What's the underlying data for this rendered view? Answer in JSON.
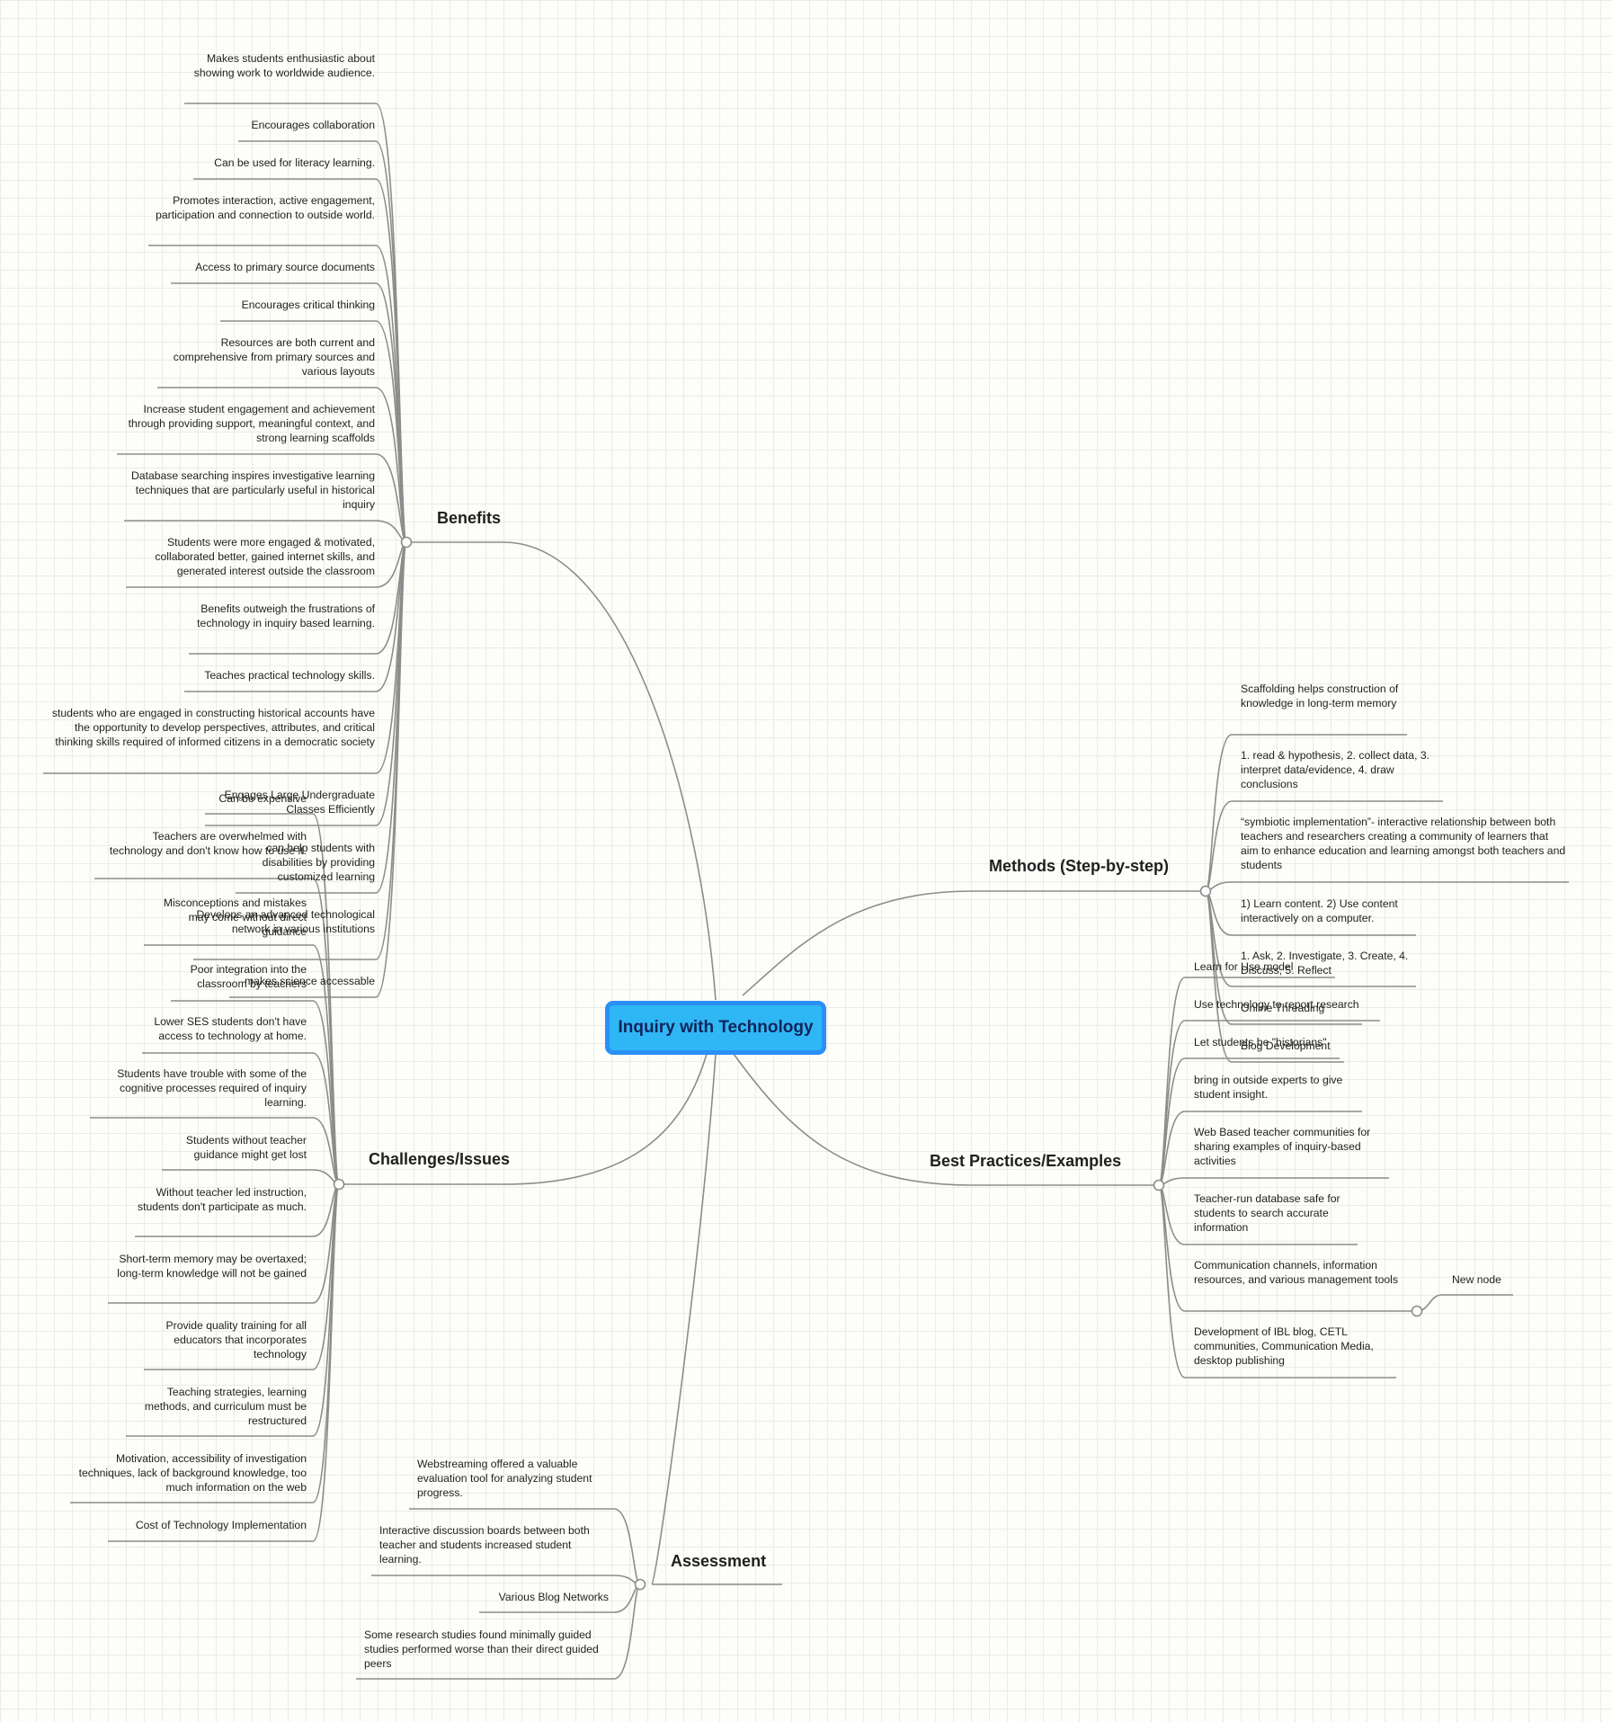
{
  "mindmap": {
    "root": "Inquiry with Technology",
    "branches": {
      "benefits": {
        "label": "Benefits",
        "items": [
          "Makes students enthusiastic about showing work to worldwide audience.",
          "Encourages collaboration",
          "Can be used for literacy learning.",
          "Promotes interaction, active engagement, participation and connection to outside world.",
          "Access to primary source documents",
          "Encourages critical thinking",
          "Resources are both current and comprehensive from primary sources and various layouts",
          "Increase student engagement and achievement through providing support, meaningful context, and strong learning scaffolds",
          "Database searching inspires investigative learning techniques that are particularly useful in historical inquiry",
          "Students were more engaged & motivated, collaborated better, gained internet skills, and generated interest outside the classroom",
          "Benefits outweigh the frustrations of technology in inquiry based learning.",
          "Teaches practical technology skills.",
          "students who are engaged in constructing historical accounts have the opportunity to develop perspectives, attributes, and critical thinking skills required of informed citizens in a democratic society",
          "Engages Large Undergraduate Classes Efficiently",
          "can help students with disabilities by providing customized learning",
          "Develops an advanced technological network in  various institutions",
          "makes science accessable"
        ]
      },
      "challenges": {
        "label": "Challenges/Issues",
        "items": [
          "Can be expensive",
          "Teachers are overwhelmed with technology and don't know how to use it.",
          "Misconceptions and mistakes may come without direct guidance",
          "Poor integration into the classroom by teachers",
          "Lower SES students don't have access to technology at home.",
          "Students have trouble with some of the cognitive processes required of inquiry learning.",
          "Students without teacher guidance might get lost",
          "Without teacher led instruction, students don't participate as much.",
          "Short-term memory may be overtaxed; long-term knowledge will not be gained",
          "Provide quality training for all educators that incorporates technology",
          "Teaching strategies, learning methods, and curriculum must be restructured",
          "Motivation, accessibility of investigation techniques, lack of background knowledge, too much information on the web",
          "Cost of Technology Implementation"
        ]
      },
      "methods": {
        "label": "Methods (Step-by-step)",
        "items": [
          "Scaffolding helps construction of knowledge in long-term memory",
          "1. read & hypothesis, 2. collect data, 3. interpret data/evidence, 4. draw conclusions",
          "“symbiotic implementation”- interactive relationship between both teachers and researchers creating a community of learners that aim to enhance education and learning amongst both teachers and students",
          "1) Learn content. 2) Use content interactively on a computer.",
          "1. Ask, 2. Investigate, 3. Create, 4. Discuss, 5. Reflect",
          "Online Threading",
          "Blog Development"
        ]
      },
      "best_practices": {
        "label": "Best Practices/Examples",
        "items": [
          "Learn for Use model",
          "Use technology to report research",
          "Let students be \"historians\"",
          "bring in outside experts to give student insight.",
          "Web Based teacher communities for sharing examples of inquiry-based activities",
          "Teacher-run database safe for students to search accurate information",
          "Communication channels, information resources, and various management tools",
          "Development of IBL blog, CETL communities, Communication Media, desktop publishing"
        ],
        "sub_node": "New node"
      },
      "assessment": {
        "label": "Assessment",
        "items": [
          "Webstreaming offered a valuable evaluation tool for analyzing student progress.",
          "Interactive discussion boards between both teacher and students increased student learning.",
          "Various Blog Networks",
          "Some research studies found minimally guided studies performed worse than their direct guided peers"
        ]
      }
    }
  }
}
